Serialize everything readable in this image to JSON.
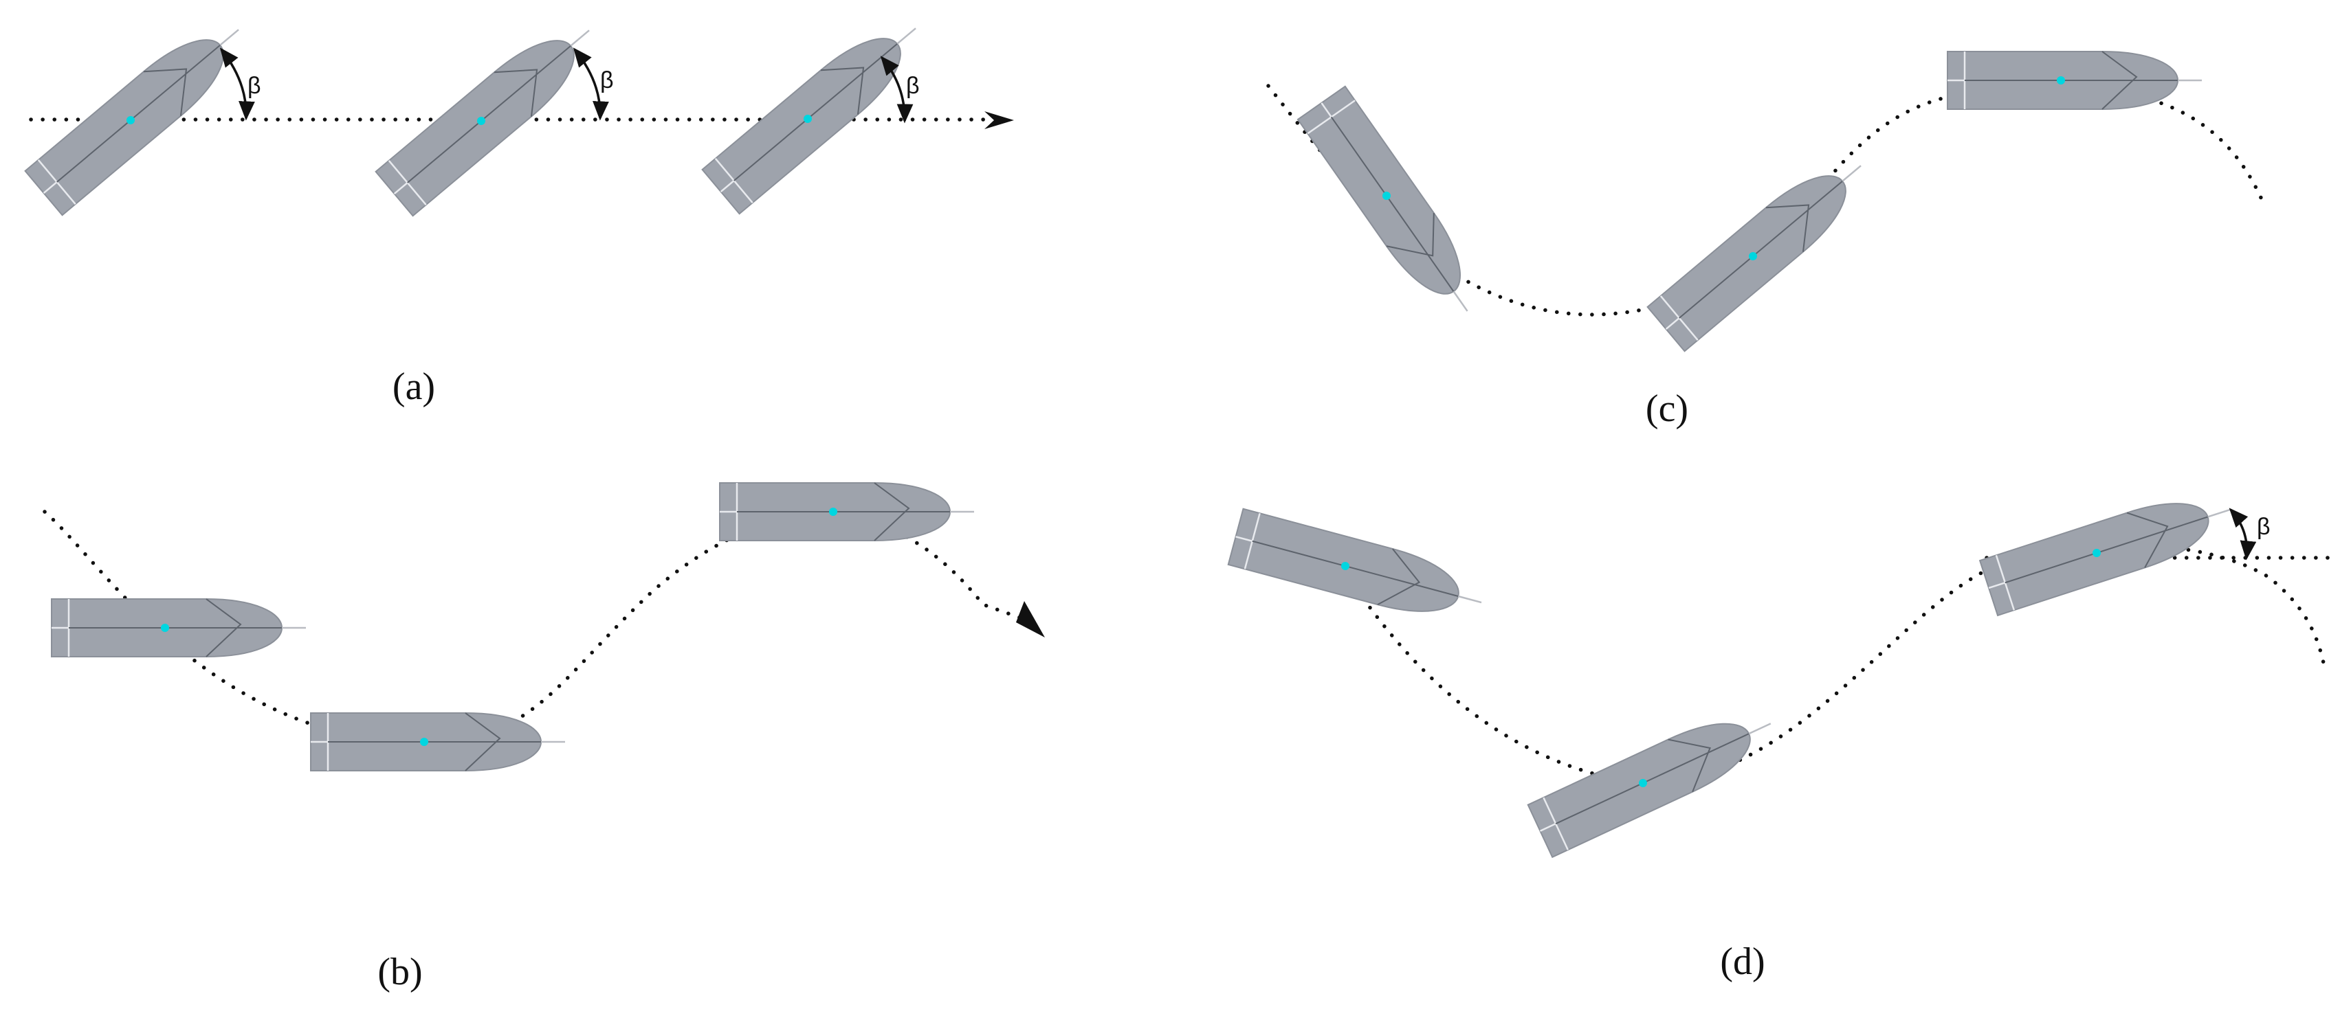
{
  "panels": [
    {
      "id": "a",
      "caption": "(a)",
      "beta_label": "β",
      "motion": "straight course, constant drift angle"
    },
    {
      "id": "b",
      "caption": "(b)",
      "beta_label": "",
      "motion": "sinusoidal course, heading along x"
    },
    {
      "id": "c",
      "caption": "(c)",
      "beta_label": "",
      "motion": "sinusoidal course, heading tangent to path"
    },
    {
      "id": "d",
      "caption": "(d)",
      "beta_label": "β",
      "motion": "sinusoidal course with drift angle"
    }
  ],
  "colors": {
    "hull": "#9ea3ac",
    "center_marker": "#00d6e0",
    "path": "#111111",
    "background": "#ffffff"
  },
  "icons": {
    "vessel": "ship-hull-icon",
    "direction": "arrowhead-icon",
    "angle": "curved-double-arrow-icon"
  }
}
